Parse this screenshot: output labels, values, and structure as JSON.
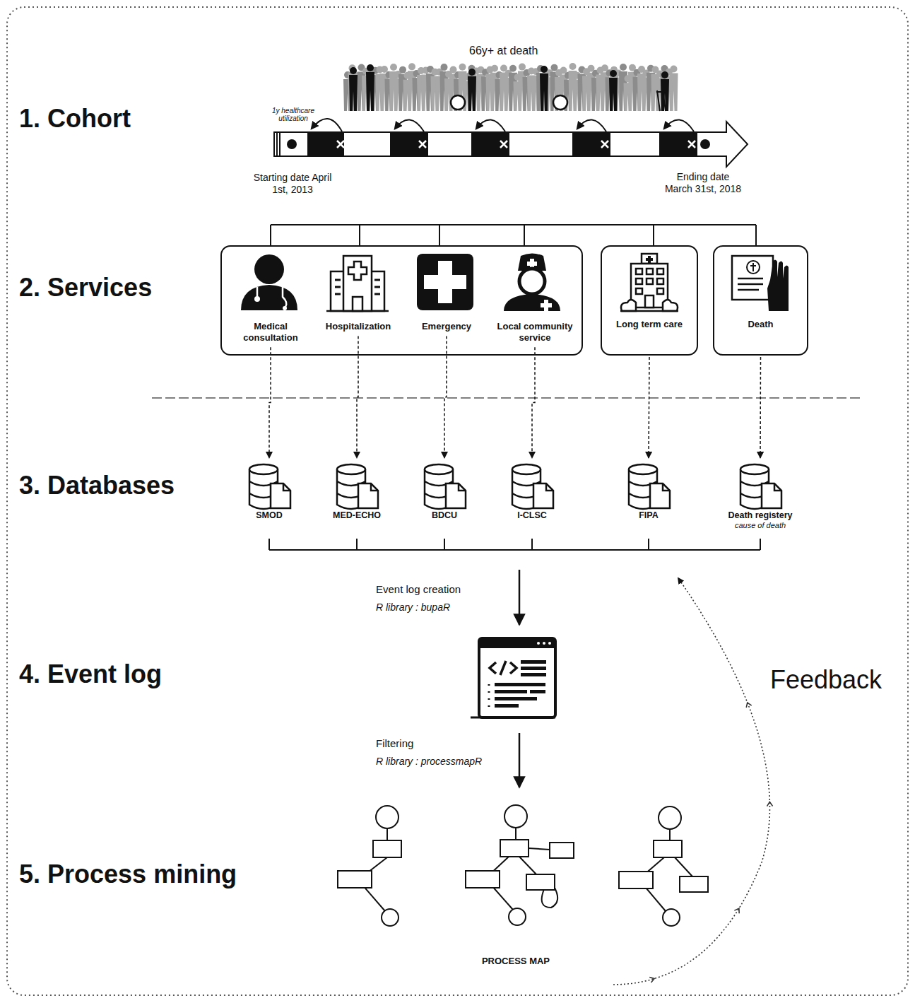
{
  "diagram": {
    "nodes": [
      {
        "text": []
      },
      {
        "text": [
          "Medical consultation"
        ],
        "in": 0
      },
      {
        "text": [
          "Hospitalization"
        ],
        "in": 0
      },
      {
        "text": [
          "Emergency"
        ],
        "in": 0
      },
      {
        "text": [
          "Local community service"
        ],
        "in": 0
      },
      {
        "text": [
          "Long term care"
        ]
      },
      {
        "text": [
          "Death"
        ]
      },
      {
        "text": [
          "SMOD"
        ]
      },
      {
        "text": [
          "MED-ECHO"
        ]
      },
      {
        "text": [
          "BDCU"
        ]
      },
      {
        "text": [
          "I-CLSC"
        ]
      },
      {
        "text": [
          "FIPA"
        ]
      },
      {
        "text": [
          "Death registery",
          "cause of death"
        ]
      }
    ],
    "edges": [
      {
        "from": 1,
        "to": 7,
        "arrow": "to"
      },
      {
        "from": 2,
        "to": 8,
        "arrow": "to"
      },
      {
        "from": 3,
        "to": 9,
        "arrow": "to"
      },
      {
        "from": 4,
        "to": 10,
        "arrow": "to"
      },
      {
        "from": 5,
        "to": 11,
        "arrow": "to"
      },
      {
        "from": 6,
        "to": 12,
        "arrow": "to"
      }
    ],
    "labels": [
      "1. Cohort",
      "66y+ at death",
      "1y healthcare utilization",
      "Starting date April 1st, 2013",
      "Ending date March 31st, 2018",
      "2. Services",
      "3. Databases",
      "Event log creation",
      "R library : bupaR",
      "4. Event log",
      "Filtering",
      "R library : processmapR",
      "Feedback",
      "5. Process mining",
      "PROCESS MAP"
    ]
  }
}
